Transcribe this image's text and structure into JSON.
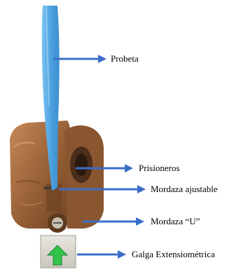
{
  "labels": {
    "probeta": "Probeta",
    "prisioneros": "Prisioneros",
    "mordaza_ajustable": "Mordaza ajustable",
    "mordaza_u": "Mordaza “U”",
    "galga": "Galga Extensiométrica"
  },
  "colors": {
    "arrow": "#3a6fc9",
    "specimen": "#5aaee8",
    "clamp": "#9a6238",
    "gauge": "#33c24a"
  }
}
